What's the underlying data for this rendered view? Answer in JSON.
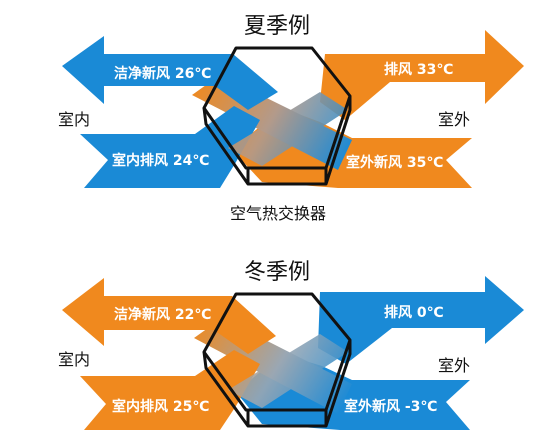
{
  "colors": {
    "blue": "#1a8ad6",
    "orange": "#f0891e",
    "outline": "#111111"
  },
  "summer": {
    "title": "夏季例",
    "top_left_label": "洁净新风 26℃",
    "top_right_label": "排风 33℃",
    "bottom_left_label": "室内排风 24℃",
    "bottom_right_label": "室外新风 35℃",
    "indoor": "室内",
    "outdoor": "室外",
    "exchanger": "空气热交换器"
  },
  "winter": {
    "title": "冬季例",
    "top_left_label": "洁净新风 22℃",
    "top_right_label": "排风 0℃",
    "bottom_left_label": "室内排风 25℃",
    "bottom_right_label": "室外新风 -3℃",
    "indoor": "室内",
    "outdoor": "室外"
  }
}
